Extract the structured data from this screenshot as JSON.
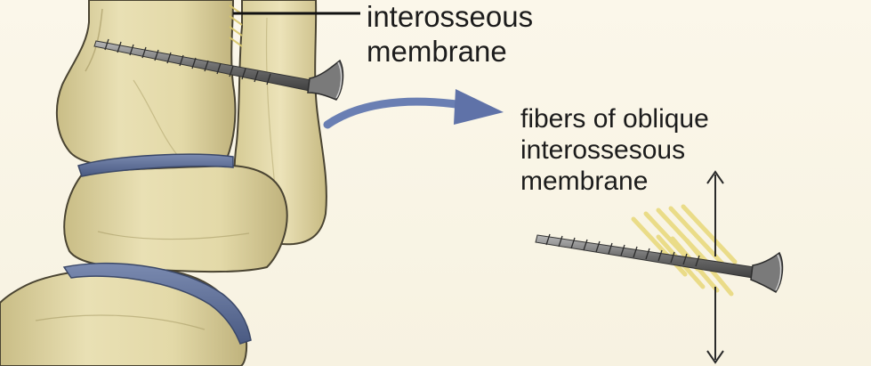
{
  "labels": {
    "interosseous_membrane": {
      "line1": "interosseous",
      "line2": "membrane"
    },
    "oblique_fibers": {
      "line1": "fibers of oblique",
      "line2": "interossesous",
      "line3": "membrane"
    }
  },
  "colors": {
    "background": "#f9f5e6",
    "bone": "#e6dcae",
    "bone_shadow": "#b9ad78",
    "bone_outline": "#4a4432",
    "ligament": "#5d6e96",
    "membrane_fibers": "#e8d97a",
    "screw": "#8c8c8c",
    "arrow": "#6a7fb3",
    "text": "#1c1c1c"
  },
  "icons": {
    "flow_arrow": "curved-arrow-right-icon",
    "tension_arrows": "double-vertical-arrow-icon",
    "screws": "screw-icon"
  }
}
